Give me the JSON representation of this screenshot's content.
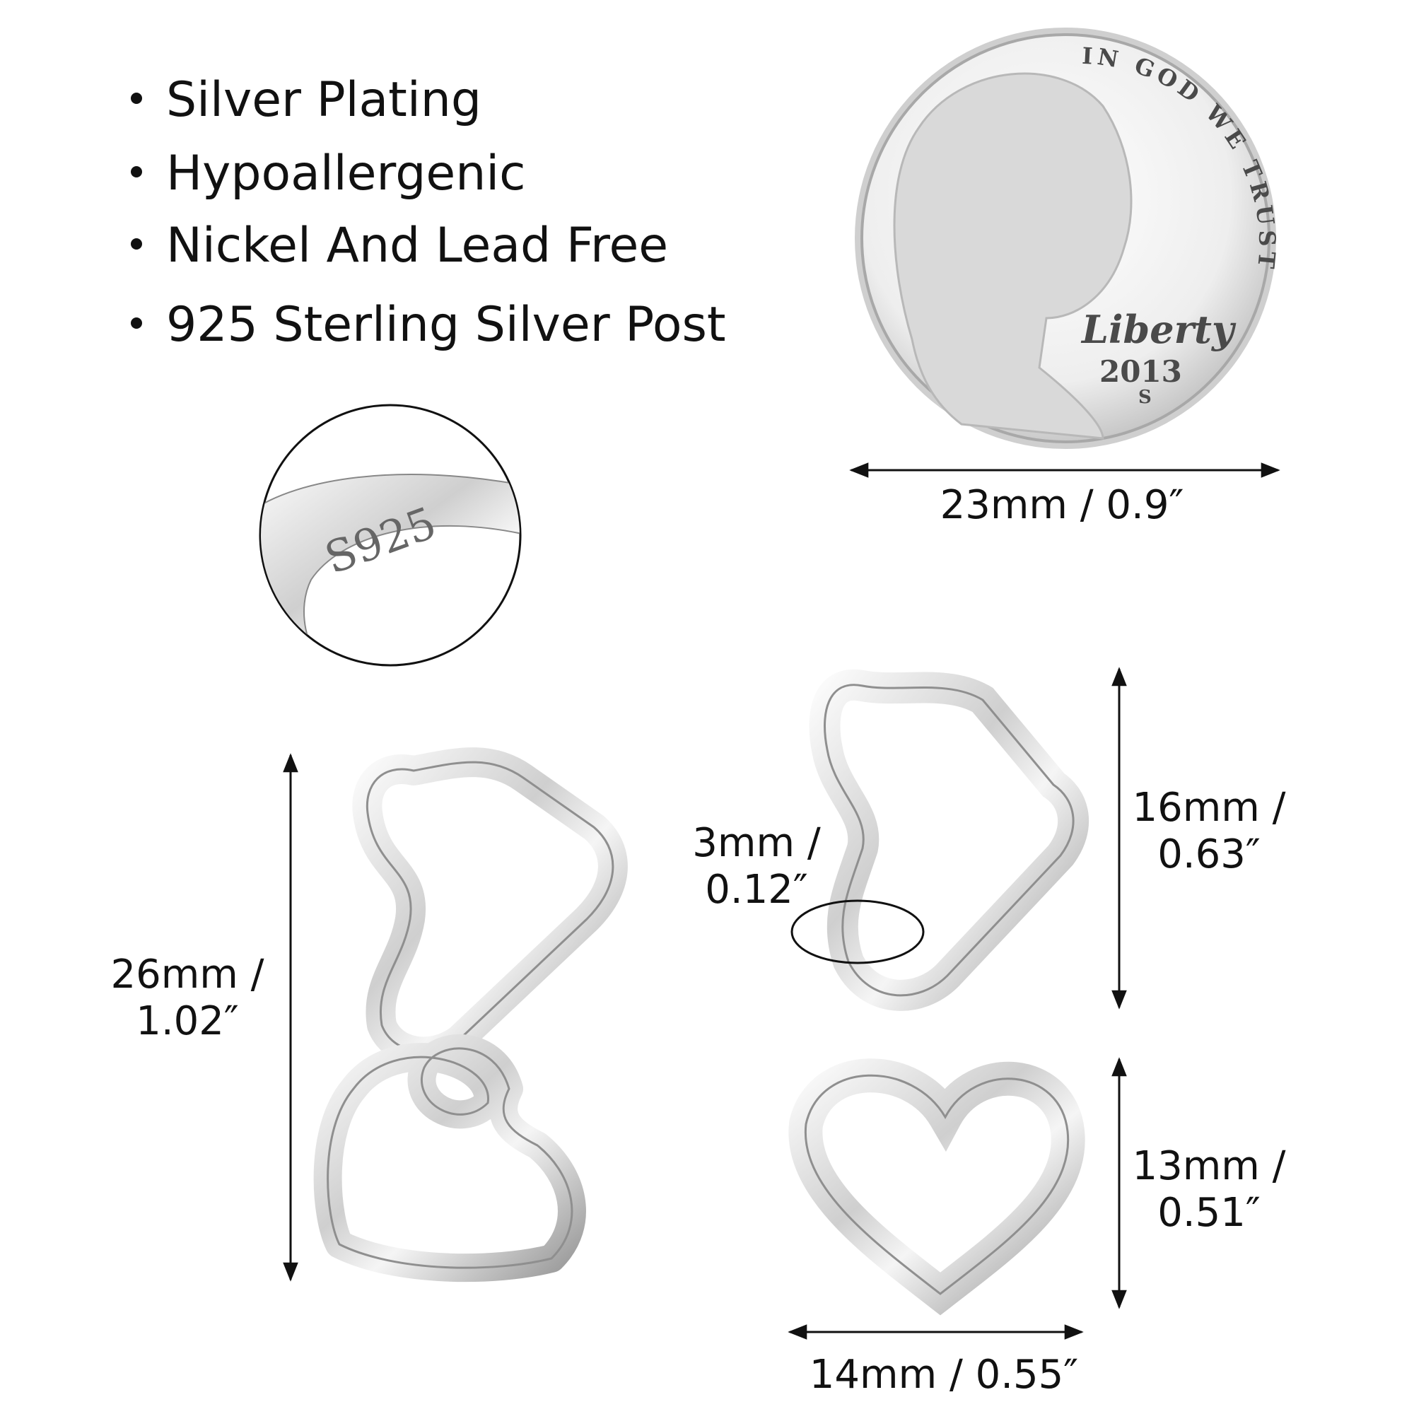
{
  "features": [
    {
      "label": "Silver Plating"
    },
    {
      "label": "Hypoallergenic"
    },
    {
      "label": "Nickel And Lead Free"
    },
    {
      "label": "925 Sterling Silver Post"
    }
  ],
  "coin": {
    "motto": "IN GOD WE TRUST",
    "liberty": "Liberty",
    "year": "2013",
    "mint_mark": "S",
    "diameter_label": "23mm / 0.9″"
  },
  "stamp_closeup": {
    "engraving": "S925"
  },
  "dimensions": {
    "full_length": {
      "line1": "26mm /",
      "line2": "1.02″"
    },
    "hoop_height": {
      "line1": "16mm /",
      "line2": "0.63″"
    },
    "hoop_thickness": {
      "line1": "3mm /",
      "line2": "0.12″"
    },
    "heart_height": {
      "line1": "13mm /",
      "line2": "0.51″"
    },
    "heart_width": "14mm / 0.55″"
  },
  "colors": {
    "text": "#111111",
    "silver_light": "#f4f4f4",
    "silver_dark": "#9a9a9a"
  }
}
